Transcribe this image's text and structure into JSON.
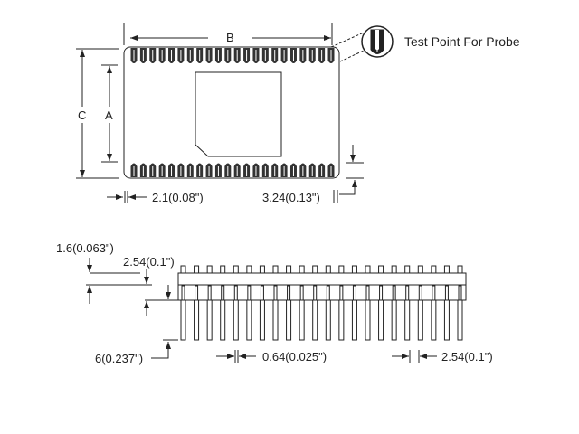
{
  "top_view": {
    "dim_b": "B",
    "dim_c": "C",
    "dim_a": "A",
    "dim_edge": "2.1(0.08\")",
    "dim_pad": "3.24(0.13\")",
    "callout": "Test Point For Probe",
    "pins_per_side": 22
  },
  "side_view": {
    "dim_tab": "1.6(0.063\")",
    "dim_body": "2.54(0.1\")",
    "dim_pin_len": "6(0.237\")",
    "dim_pin_width": "0.64(0.025\")",
    "dim_pitch": "2.54(0.1\")",
    "pins": 22
  },
  "colors": {
    "line": "#222222",
    "fill": "#333333"
  }
}
